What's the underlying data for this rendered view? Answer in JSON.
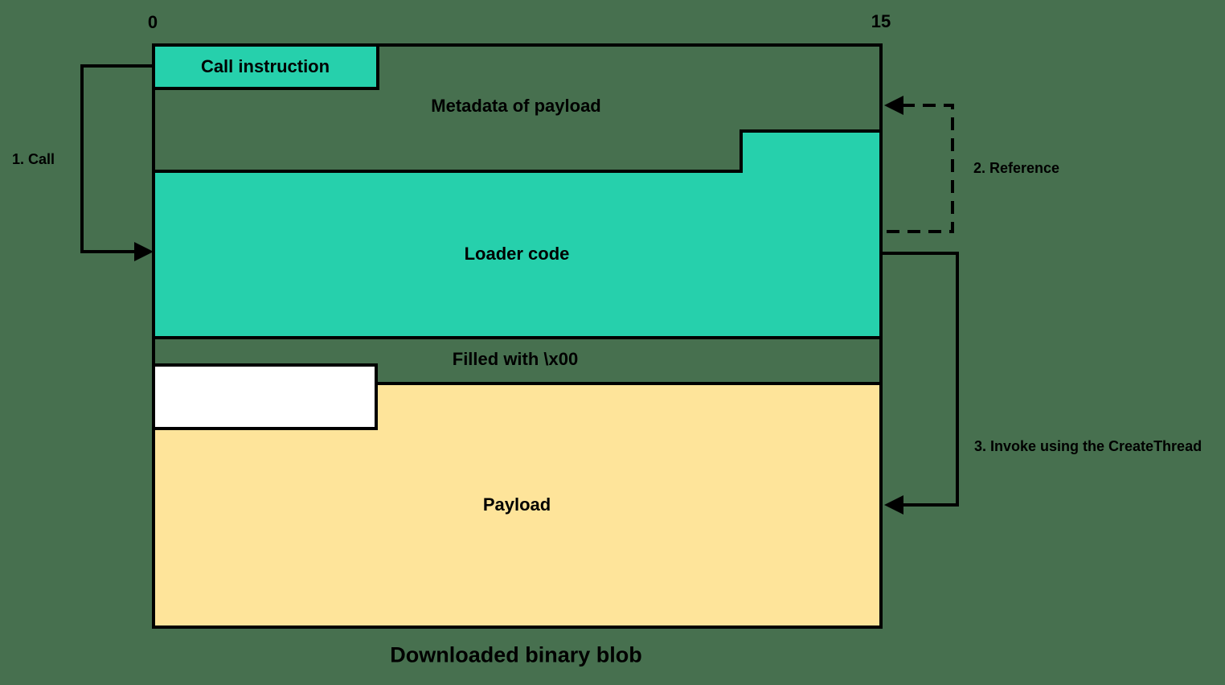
{
  "colors": {
    "background": "#47704F",
    "teal": "#26D0AC",
    "yellow": "#FEE49A",
    "white": "#FFFFFF",
    "line": "#000000"
  },
  "ticks": {
    "start": "0",
    "end": "15"
  },
  "regions": {
    "call_instruction": "Call instruction",
    "metadata": "Metadata of payload",
    "loader": "Loader code",
    "filler": "Filled with \\x00",
    "payload": "Payload"
  },
  "annotations": {
    "step1": "1. Call",
    "step2": "2. Reference",
    "step3": "3. Invoke using the CreateThread"
  },
  "caption": "Downloaded binary blob"
}
